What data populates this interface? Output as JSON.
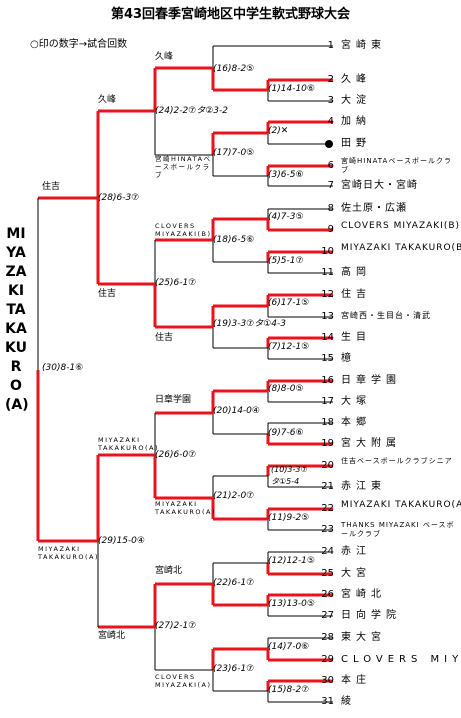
{
  "title": "第43回春季宮崎地区中学生軟式野球大会",
  "legend": "○印の数字→試合回数",
  "champion": "MIYAZAKI TAKAKURO(A)",
  "teams": [
    {
      "no": "1",
      "name": "宮崎東"
    },
    {
      "no": "2",
      "name": "久峰"
    },
    {
      "no": "3",
      "name": "大淀"
    },
    {
      "no": "4",
      "name": "加納"
    },
    {
      "no": "",
      "name": "田野"
    },
    {
      "no": "6",
      "name": "宮崎HINATAベースボールクラブ"
    },
    {
      "no": "7",
      "name": "宮崎日大・宮崎"
    },
    {
      "no": "8",
      "name": "佐土原・広瀬"
    },
    {
      "no": "9",
      "name": "CLOVERS MIYAZAKI(B)"
    },
    {
      "no": "10",
      "name": "MIYAZAKI TAKAKURO(B)"
    },
    {
      "no": "11",
      "name": "高岡"
    },
    {
      "no": "12",
      "name": "住吉"
    },
    {
      "no": "13",
      "name": "宮崎西・生目台・清武"
    },
    {
      "no": "14",
      "name": "生目"
    },
    {
      "no": "15",
      "name": "檍"
    },
    {
      "no": "16",
      "name": "日章学園"
    },
    {
      "no": "17",
      "name": "大塚"
    },
    {
      "no": "18",
      "name": "本郷"
    },
    {
      "no": "19",
      "name": "宮大附属"
    },
    {
      "no": "20",
      "name": "住吉ベースボールクラブシニア"
    },
    {
      "no": "21",
      "name": "赤江東"
    },
    {
      "no": "22",
      "name": "MIYAZAKI TAKAKURO(A)"
    },
    {
      "no": "23",
      "name": "THANKS MIYAZAKI ベースボールクラブ"
    },
    {
      "no": "24",
      "name": "赤江"
    },
    {
      "no": "25",
      "name": "大宮"
    },
    {
      "no": "26",
      "name": "宮崎北"
    },
    {
      "no": "27",
      "name": "日向学院"
    },
    {
      "no": "28",
      "name": "東大宮"
    },
    {
      "no": "29",
      "name": "CLOVERS MIYAZAKI(A)"
    },
    {
      "no": "30",
      "name": "本庄"
    },
    {
      "no": "31",
      "name": "綾"
    }
  ],
  "scores": {
    "s1": "(16)8-2⑤",
    "s2": "(1)14-10⑥",
    "s3": "(24)2-2⑦タ②3-2",
    "s4": "(2)✕",
    "s5": "(17)7-0⑤",
    "s6": "(3)6-5⑥",
    "s7": "(28)6-3⑦",
    "s8": "(4)7-3⑤",
    "s9": "(18)6-5⑥",
    "s10": "(5)5-1⑦",
    "s11": "(25)6-1⑦",
    "s12": "(6)17-1⑤",
    "s13": "(19)3-3⑦タ①4-3",
    "s14": "(7)12-1⑤",
    "s15": "(30)8-1⑥",
    "s16": "(8)8-0⑤",
    "s17": "(20)14-0④",
    "s18": "(9)7-6⑥",
    "s19": "(26)6-0⑦",
    "s20": "(10)3-3⑦",
    "s20b": "タ①5-4",
    "s21": "(21)2-0⑦",
    "s22": "(11)9-2⑤",
    "s23": "(29)15-0④",
    "s24": "(12)12-1⑤",
    "s25": "(22)6-1⑦",
    "s26": "(13)13-0⑤",
    "s27": "(27)2-1⑦",
    "s28": "(14)7-0⑥",
    "s29": "(23)6-1⑦",
    "s30": "(15)8-2⑦"
  },
  "winners": {
    "w1": "久峰",
    "w2": "久峰",
    "w3": "宮崎HINATAベースボールクラブ",
    "w4": "住吉",
    "w5": "CLOVERS MIYAZAKI(B)",
    "w6": "住吉",
    "w7": "住吉",
    "w8": "日章学園",
    "w9": "MIYAZAKI TAKAKURO(A)",
    "w10": "MIYAZAKI TAKAKURO(A)",
    "w11": "MIYAZAKI TAKAKURO(A)",
    "w12": "宮崎北",
    "w13": "宮崎北",
    "w14": "CLOVERS MIYAZAKI(A)"
  },
  "colors": {
    "win": "#e8141b",
    "line": "#000000"
  }
}
